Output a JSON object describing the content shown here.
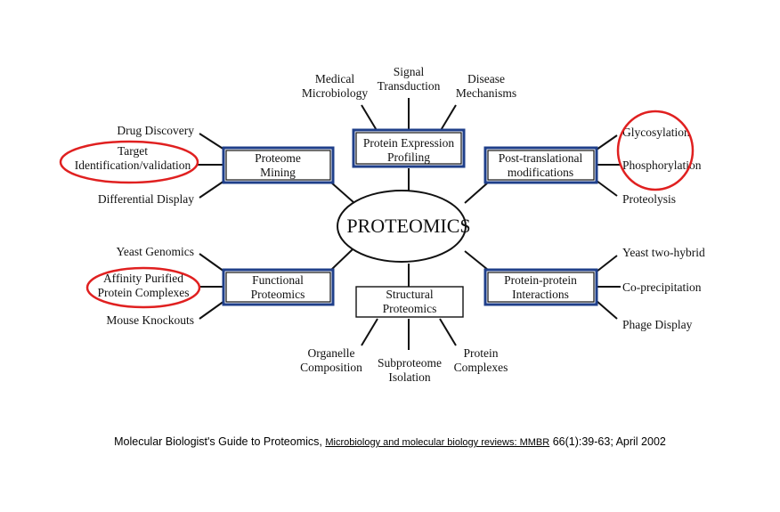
{
  "center": "PROTEOMICS",
  "colors": {
    "highlight_box": "#1f3f8a",
    "circle": "#e02020",
    "line": "#111111"
  },
  "hubs": {
    "protein_expression": [
      "Protein Expression",
      "Profiling"
    ],
    "proteome_mining": [
      "Proteome",
      "Mining"
    ],
    "post_translational": [
      "Post-translational",
      "modifications"
    ],
    "functional": [
      "Functional",
      "Proteomics"
    ],
    "structural": [
      "Structural",
      "Proteomics"
    ],
    "protein_protein": [
      "Protein-protein",
      "Interactions"
    ]
  },
  "leaves": {
    "medical_microbiology": [
      "Medical",
      "Microbiology"
    ],
    "signal_transduction": [
      "Signal",
      "Transduction"
    ],
    "disease_mechanisms": [
      "Disease",
      "Mechanisms"
    ],
    "drug_discovery": [
      "Drug Discovery"
    ],
    "target_identification": [
      "Target",
      "Identification/validation"
    ],
    "differential_display": [
      "Differential Display"
    ],
    "glycosylation": [
      "Glycosylation"
    ],
    "phosphorylation": [
      "Phosphorylation"
    ],
    "proteolysis": [
      "Proteolysis"
    ],
    "yeast_genomics": [
      "Yeast Genomics"
    ],
    "affinity_purified": [
      "Affinity Purified",
      "Protein Complexes"
    ],
    "mouse_knockouts": [
      "Mouse Knockouts"
    ],
    "organelle_composition": [
      "Organelle",
      "Composition"
    ],
    "subproteome_isolation": [
      "Subproteome",
      "Isolation"
    ],
    "protein_complexes": [
      "Protein",
      "Complexes"
    ],
    "yeast_two_hybrid": [
      "Yeast two-hybrid"
    ],
    "co_precipitation": [
      "Co-precipitation"
    ],
    "phage_display": [
      "Phage Display"
    ]
  },
  "caption": {
    "title": "Molecular Biologist's Guide to Proteomics,",
    "journal": "Microbiology and molecular biology reviews: MMBR",
    "citation": "66(1):39-63; April 2002"
  }
}
